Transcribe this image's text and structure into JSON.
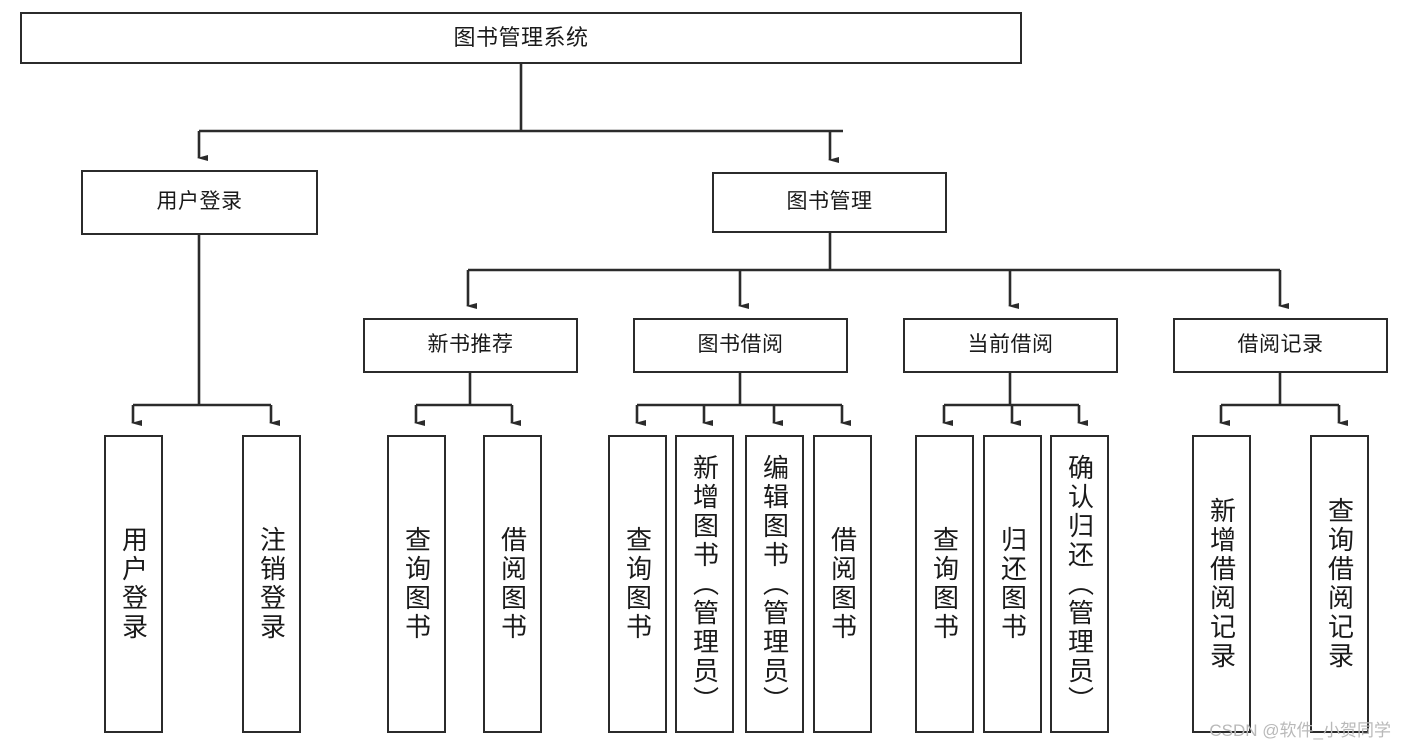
{
  "diagram": {
    "type": "tree",
    "title": "图书管理系统",
    "watermark": "CSDN @软件_小贺同学",
    "colors": {
      "stroke": "#2b2b2b",
      "fill": "#ffffff",
      "text": "#1a1a1a",
      "watermark": "#b9b9b9"
    },
    "root": {
      "label": "图书管理系统"
    },
    "level1": [
      {
        "label": "用户登录"
      },
      {
        "label": "图书管理"
      }
    ],
    "level2": [
      {
        "label": "新书推荐"
      },
      {
        "label": "图书借阅"
      },
      {
        "label": "当前借阅"
      },
      {
        "label": "借阅记录"
      }
    ],
    "leaves": {
      "user_login": [
        {
          "label": "用户登录"
        },
        {
          "label": "注销登录"
        }
      ],
      "new_book_recommend": [
        {
          "label": "查询图书"
        },
        {
          "label": "借阅图书"
        }
      ],
      "book_borrow": [
        {
          "label": "查询图书"
        },
        {
          "label": "新增图书（管理员）"
        },
        {
          "label": "编辑图书（管理员）"
        },
        {
          "label": "借阅图书"
        }
      ],
      "current_borrow": [
        {
          "label": "查询图书"
        },
        {
          "label": "归还图书"
        },
        {
          "label": "确认归还（管理员）"
        }
      ],
      "borrow_record": [
        {
          "label": "新增借阅记录"
        },
        {
          "label": "查询借阅记录"
        }
      ]
    }
  }
}
